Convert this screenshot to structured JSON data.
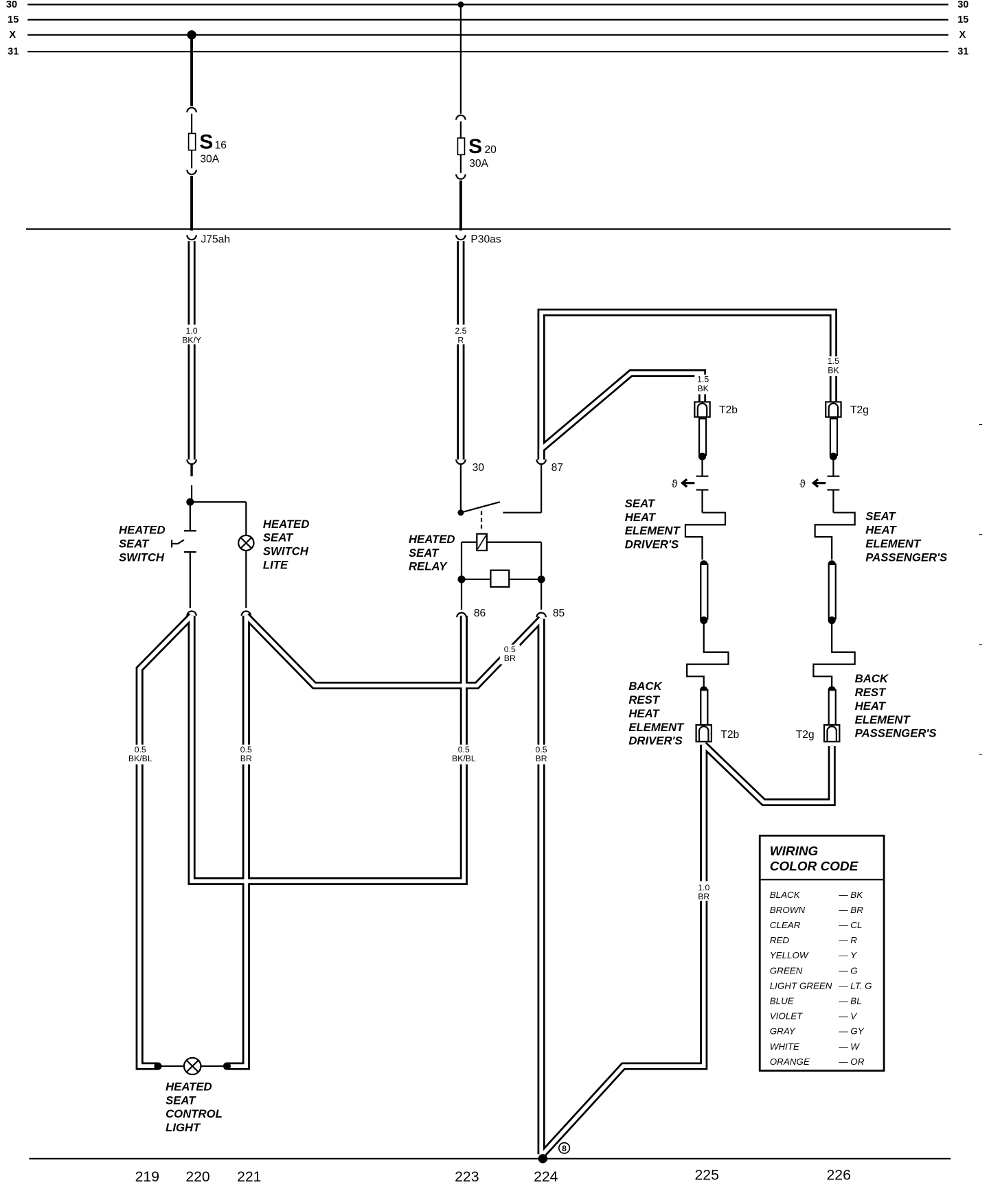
{
  "diagram": {
    "rails": {
      "left": [
        "30",
        "15",
        "X",
        "31"
      ],
      "right": [
        "30",
        "15",
        "X",
        "31"
      ]
    },
    "fuses": [
      {
        "letter": "S",
        "number": "16",
        "rating": "30A"
      },
      {
        "letter": "S",
        "number": "20",
        "rating": "30A"
      }
    ],
    "connectors": {
      "j75": "J75ah",
      "p30": "P30as",
      "pin30": "30",
      "pin87": "87",
      "pin86": "86",
      "pin85": "85",
      "t2b": "T2b",
      "t2g": "T2g"
    },
    "wires": {
      "w1": [
        "1.0",
        "BK/Y"
      ],
      "w2": [
        "2.5",
        "R"
      ],
      "w3": [
        "1.5",
        "BK"
      ],
      "w4": [
        "1.5",
        "BK"
      ],
      "w5": [
        "0.5",
        "BR"
      ],
      "w6": [
        "0.5",
        "BK/BL"
      ],
      "w7": [
        "0.5",
        "BR"
      ],
      "w8": [
        "0.5",
        "BK/BL"
      ],
      "w9": [
        "0.5",
        "BR"
      ],
      "w10": [
        "1.0",
        "BR"
      ]
    },
    "components": {
      "heated_seat_switch": [
        "HEATED",
        "SEAT",
        "SWITCH"
      ],
      "heated_seat_switch_lite": [
        "HEATED",
        "SEAT",
        "SWITCH",
        "LITE"
      ],
      "heated_seat_relay": [
        "HEATED",
        "SEAT",
        "RELAY"
      ],
      "seat_heat_driver": [
        "SEAT",
        "HEAT",
        "ELEMENT",
        "DRIVER'S"
      ],
      "seat_heat_passenger": [
        "SEAT",
        "HEAT",
        "ELEMENT",
        "PASSENGER'S"
      ],
      "back_rest_driver": [
        "BACK",
        "REST",
        "HEAT",
        "ELEMENT",
        "DRIVER'S"
      ],
      "back_rest_passenger": [
        "BACK",
        "REST",
        "HEAT",
        "ELEMENT",
        "PASSENGER'S"
      ],
      "control_light": [
        "HEATED",
        "SEAT",
        "CONTROL",
        "LIGHT"
      ]
    },
    "ground_mark": "8",
    "current_track": [
      "219",
      "220",
      "221",
      "223",
      "224",
      "225",
      "226"
    ]
  },
  "legend": {
    "title": [
      "WIRING",
      "COLOR CODE"
    ],
    "rows": [
      {
        "color": "BLACK",
        "code": "— BK"
      },
      {
        "color": "BROWN",
        "code": "— BR"
      },
      {
        "color": "CLEAR",
        "code": "— CL"
      },
      {
        "color": "RED",
        "code": "— R"
      },
      {
        "color": "YELLOW",
        "code": "— Y"
      },
      {
        "color": "GREEN",
        "code": "— G"
      },
      {
        "color": "LIGHT GREEN",
        "code": "— LT. G"
      },
      {
        "color": "BLUE",
        "code": "— BL"
      },
      {
        "color": "VIOLET",
        "code": "— V"
      },
      {
        "color": "GRAY",
        "code": "— GY"
      },
      {
        "color": "WHITE",
        "code": "— W"
      },
      {
        "color": "ORANGE",
        "code": "— OR"
      }
    ]
  }
}
